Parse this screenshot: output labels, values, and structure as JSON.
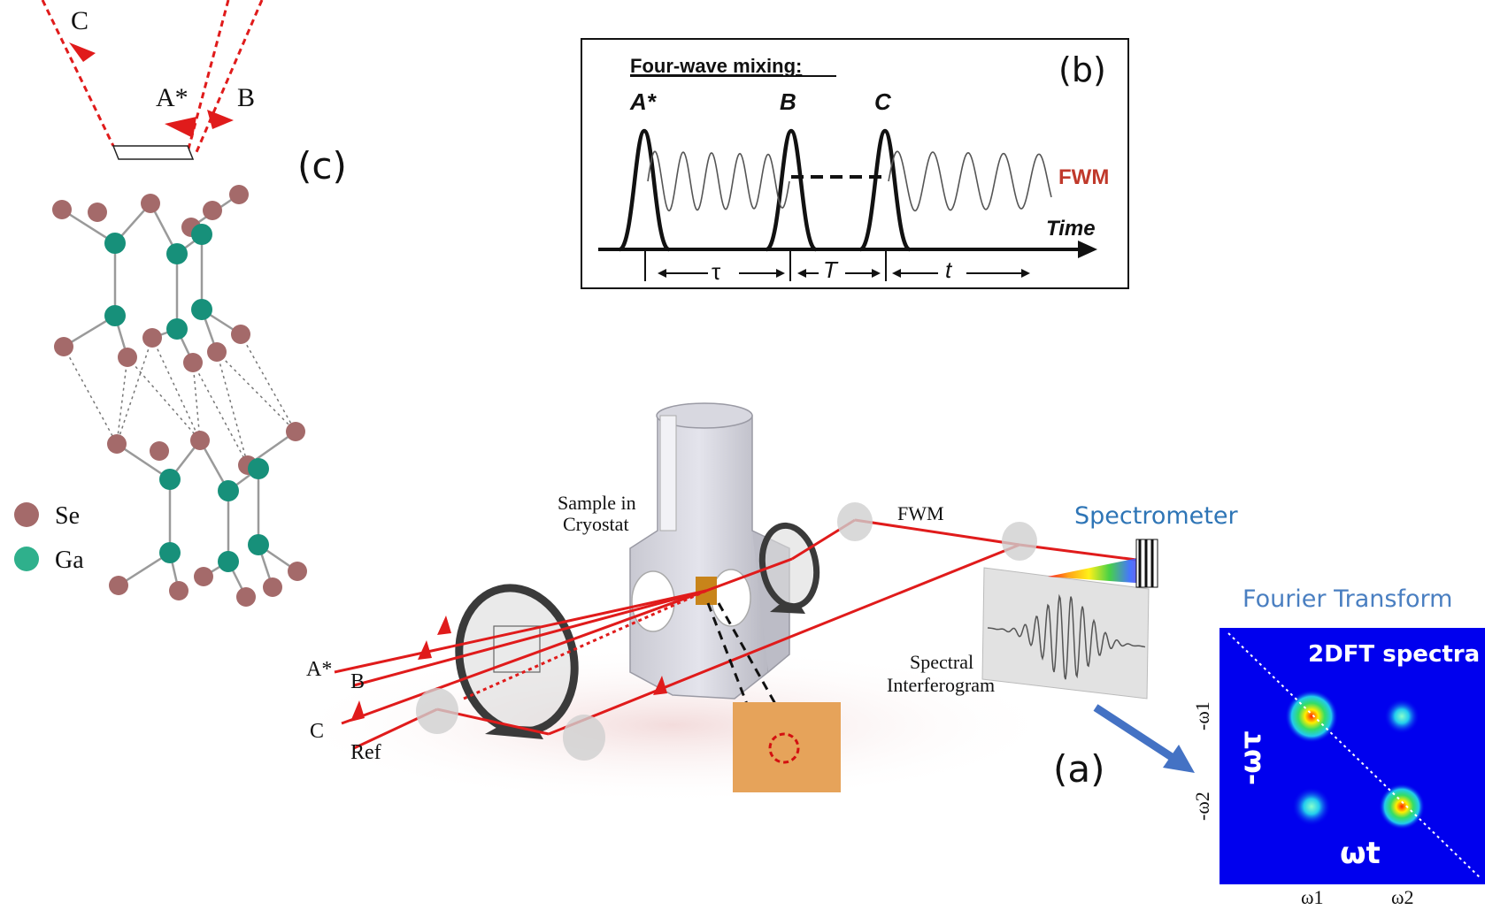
{
  "panel_c": {
    "panel_letter": "(c)",
    "beam_labels": {
      "c": "C",
      "a_star": "A*",
      "b": "B"
    },
    "legend": [
      {
        "label": "Se",
        "color": "#a46a6a"
      },
      {
        "label": "Ga",
        "color": "#2fb08c"
      }
    ]
  },
  "panel_b": {
    "title": "Four-wave mixing:",
    "panel_letter": "(b)",
    "pulse_labels": [
      "A*",
      "B",
      "C"
    ],
    "signal_label": "FWM",
    "time_label": "Time",
    "delay_labels": [
      "τ",
      "T",
      "t"
    ],
    "signal_color": "#c0392b"
  },
  "panel_a": {
    "sample_label_1": "Sample in",
    "sample_label_2": "Cryostat",
    "fwm_label": "FWM",
    "spectrometer_label": "Spectrometer",
    "fourier_label": "Fourier Transform",
    "interferogram_label_1": "Spectral",
    "interferogram_label_2": "Interferogram",
    "beam_labels": {
      "a_star": "A*",
      "b": "B",
      "c": "C",
      "ref": "Ref"
    },
    "panel_letter": "(a)",
    "spectra": {
      "title": "2DFT spectra",
      "axis_x": "ωt",
      "axis_y": "-ωτ",
      "xtick_1": "ω1",
      "xtick_2": "ω2",
      "ytick_1": "-ω1",
      "ytick_2": "-ω2",
      "background": "#0000ee"
    },
    "colors": {
      "beam": "#e01b1b",
      "spectrometer_text": "#2e75b6",
      "fourier_text": "#4a7fc1"
    }
  }
}
